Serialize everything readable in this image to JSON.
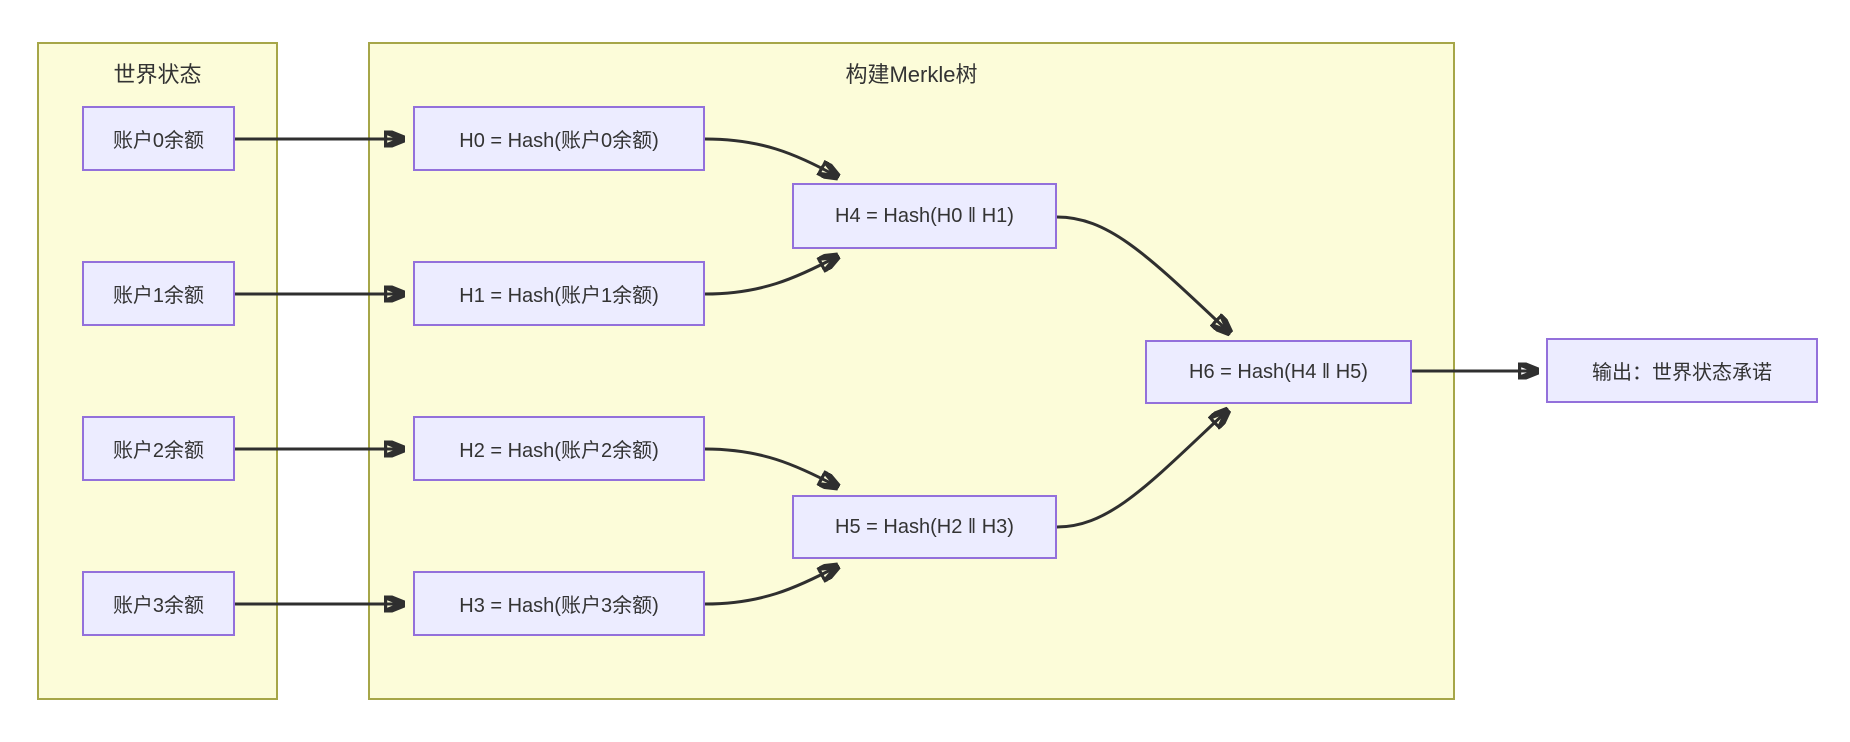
{
  "diagram": {
    "type": "flowchart",
    "containers": {
      "world_state": {
        "title": "世界状态"
      },
      "merkle_tree": {
        "title": "构建Merkle树"
      }
    },
    "accounts": [
      "账户0余额",
      "账户1余额",
      "账户2余额",
      "账户3余额"
    ],
    "hashes": {
      "h0": "H0 = Hash(账户0余额)",
      "h1": "H1 = Hash(账户1余额)",
      "h2": "H2 = Hash(账户2余额)",
      "h3": "H3 = Hash(账户3余额)",
      "h4": "H4 = Hash(H0 ‖ H1)",
      "h5": "H5 = Hash(H2 ‖ H3)",
      "h6": "H6 = Hash(H4 ‖ H5)"
    },
    "output": {
      "label": "输出：世界状态承诺"
    },
    "edges": [
      {
        "from": "账户0余额",
        "to": "H0"
      },
      {
        "from": "账户1余额",
        "to": "H1"
      },
      {
        "from": "账户2余额",
        "to": "H2"
      },
      {
        "from": "账户3余额",
        "to": "H3"
      },
      {
        "from": "H0",
        "to": "H4"
      },
      {
        "from": "H1",
        "to": "H4"
      },
      {
        "from": "H2",
        "to": "H5"
      },
      {
        "from": "H3",
        "to": "H5"
      },
      {
        "from": "H4",
        "to": "H6"
      },
      {
        "from": "H5",
        "to": "H6"
      },
      {
        "from": "H6",
        "to": "输出：世界状态承诺"
      }
    ],
    "colors": {
      "node_fill": "#ECECFF",
      "node_border": "#9370DB",
      "container_fill": "#FCFCD9",
      "container_border": "#A6A648",
      "arrow": "#2F2F2F",
      "text": "#333333"
    }
  }
}
